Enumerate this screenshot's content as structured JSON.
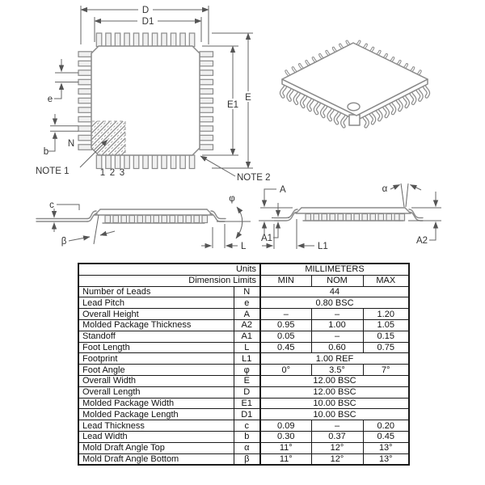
{
  "figure": {
    "top": {
      "d": "D",
      "d1": "D1",
      "e": "E",
      "e1": "E1",
      "pitch": "e",
      "lead_width": "b",
      "n": "N",
      "note1": "NOTE 1",
      "note2": "NOTE 2",
      "pin1": "1",
      "pin2": "2",
      "pin3": "3"
    },
    "side_left": {
      "c": "c",
      "beta": "β",
      "phi": "φ",
      "foot": "L"
    },
    "side_right": {
      "a": "A",
      "a1": "A1",
      "a2": "A2",
      "l1": "L1",
      "alpha": "α"
    }
  },
  "table": {
    "header": {
      "units_label": "Units",
      "units_value": "MILLIMETERS",
      "limits_label": "Dimension Limits",
      "min": "MIN",
      "nom": "NOM",
      "max": "MAX"
    },
    "rows": [
      {
        "name": "Number of Leads",
        "symbol": "N",
        "span": "44"
      },
      {
        "name": "Lead Pitch",
        "symbol": "e",
        "span": "0.80 BSC"
      },
      {
        "name": "Overall Height",
        "symbol": "A",
        "min": "–",
        "nom": "–",
        "max": "1.20"
      },
      {
        "name": "Molded Package Thickness",
        "symbol": "A2",
        "min": "0.95",
        "nom": "1.00",
        "max": "1.05"
      },
      {
        "name": "Standoff",
        "symbol": "A1",
        "min": "0.05",
        "nom": "–",
        "max": "0.15"
      },
      {
        "name": "Foot Length",
        "symbol": "L",
        "min": "0.45",
        "nom": "0.60",
        "max": "0.75"
      },
      {
        "name": "Footprint",
        "symbol": "L1",
        "span": "1.00 REF"
      },
      {
        "name": "Foot Angle",
        "symbol": "φ",
        "min": "0°",
        "nom": "3.5°",
        "max": "7°"
      },
      {
        "name": "Overall Width",
        "symbol": "E",
        "span": "12.00 BSC"
      },
      {
        "name": "Overall Length",
        "symbol": "D",
        "span": "12.00 BSC"
      },
      {
        "name": "Molded Package Width",
        "symbol": "E1",
        "span": "10.00 BSC"
      },
      {
        "name": "Molded Package Length",
        "symbol": "D1",
        "span": "10.00 BSC"
      },
      {
        "name": "Lead Thickness",
        "symbol": "c",
        "min": "0.09",
        "nom": "–",
        "max": "0.20"
      },
      {
        "name": "Lead Width",
        "symbol": "b",
        "min": "0.30",
        "nom": "0.37",
        "max": "0.45"
      },
      {
        "name": "Mold Draft Angle Top",
        "symbol": "α",
        "min": "11°",
        "nom": "12°",
        "max": "13°"
      },
      {
        "name": "Mold Draft Angle Bottom",
        "symbol": "β",
        "min": "11°",
        "nom": "12°",
        "max": "13°"
      }
    ]
  },
  "colors": {
    "drawing_line": "#8a8a8a",
    "dimension_line": "#666666",
    "label_text": "#333333",
    "table_border": "#1a1a1a",
    "pin_fill": "#f0f0f0"
  }
}
